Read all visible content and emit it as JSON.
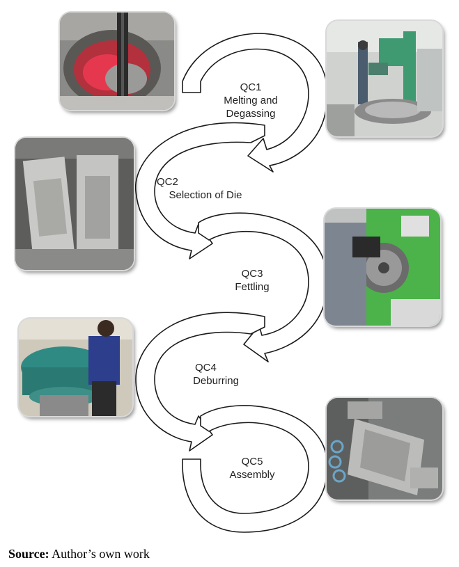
{
  "steps": [
    {
      "code": "QC1",
      "title_line1": "Melting and",
      "title_line2": "Degassing"
    },
    {
      "code": "QC2",
      "title_line1": "Selection of Die",
      "title_line2": ""
    },
    {
      "code": "QC3",
      "title_line1": "Fettling",
      "title_line2": ""
    },
    {
      "code": "QC4",
      "title_line1": "Deburring",
      "title_line2": ""
    },
    {
      "code": "QC5",
      "title_line1": "Assembly",
      "title_line2": ""
    }
  ],
  "caption": {
    "bold": "Source:",
    "text": " Author’s own work"
  }
}
